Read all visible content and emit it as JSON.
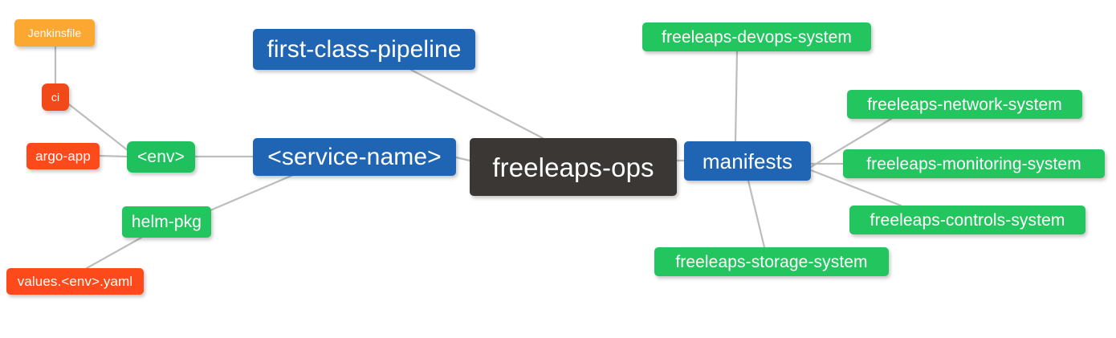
{
  "diagram": {
    "title": "freeleaps-ops repository mindmap",
    "background": "#ffffff",
    "edge_color": "#bdbdbd",
    "palette": {
      "root": "#3b3734",
      "blue": "#2065b4",
      "green": "#22c55e",
      "green_alt": "#1fc15f",
      "orange": "#faa832",
      "red": "#fc4a1a",
      "red_dark": "#f2491b",
      "text": "#ffffff"
    },
    "nodes": [
      {
        "id": "jenkinsfile",
        "label": "Jenkinsfile",
        "color": "#faa832",
        "size": "xs"
      },
      {
        "id": "ci",
        "label": "ci",
        "color": "#f2491b",
        "size": "xs"
      },
      {
        "id": "argo-app",
        "label": "argo-app",
        "color": "#fc4a1a",
        "size": "s"
      },
      {
        "id": "env",
        "label": "<env>",
        "color": "#1fc15f",
        "size": "m"
      },
      {
        "id": "service-name",
        "label": "<service-name>",
        "color": "#2065b4",
        "size": "xl"
      },
      {
        "id": "pipeline",
        "label": "first-class-pipeline",
        "color": "#2065b4",
        "size": "xl"
      },
      {
        "id": "root",
        "label": "freeleaps-ops",
        "color": "#3b3734",
        "size": "xl"
      },
      {
        "id": "manifests",
        "label": "manifests",
        "color": "#2065b4",
        "size": "l"
      },
      {
        "id": "helm-pkg",
        "label": "helm-pkg",
        "color": "#22c55e",
        "size": "m"
      },
      {
        "id": "values-yaml",
        "label": "values.<env>.yaml",
        "color": "#fc4a1a",
        "size": "s"
      },
      {
        "id": "devops",
        "label": "freeleaps-devops-system",
        "color": "#22c55e",
        "size": "m"
      },
      {
        "id": "network",
        "label": "freeleaps-network-system",
        "color": "#22c55e",
        "size": "m"
      },
      {
        "id": "monitoring",
        "label": "freeleaps-monitoring-system",
        "color": "#22c55e",
        "size": "m"
      },
      {
        "id": "controls",
        "label": "freeleaps-controls-system",
        "color": "#22c55e",
        "size": "m"
      },
      {
        "id": "storage",
        "label": "freeleaps-storage-system",
        "color": "#22c55e",
        "size": "m"
      }
    ],
    "edges": [
      {
        "from": "jenkinsfile",
        "to": "ci"
      },
      {
        "from": "ci",
        "to": "env"
      },
      {
        "from": "argo-app",
        "to": "env"
      },
      {
        "from": "env",
        "to": "service-name"
      },
      {
        "from": "service-name",
        "to": "root"
      },
      {
        "from": "pipeline",
        "to": "root"
      },
      {
        "from": "service-name",
        "to": "helm-pkg"
      },
      {
        "from": "helm-pkg",
        "to": "values-yaml"
      },
      {
        "from": "root",
        "to": "manifests"
      },
      {
        "from": "manifests",
        "to": "devops"
      },
      {
        "from": "manifests",
        "to": "network"
      },
      {
        "from": "manifests",
        "to": "monitoring"
      },
      {
        "from": "manifests",
        "to": "controls"
      },
      {
        "from": "manifests",
        "to": "storage"
      }
    ]
  }
}
